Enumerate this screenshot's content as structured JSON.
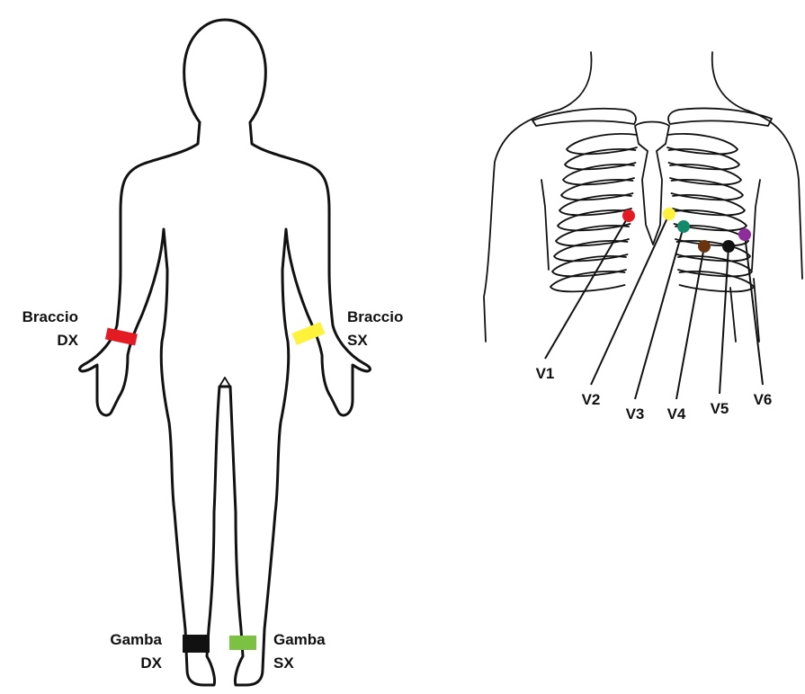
{
  "limb_leads": [
    {
      "id": "braccio-dx",
      "line1": "Braccio",
      "line2": "DX",
      "color": "#e31b23"
    },
    {
      "id": "braccio-sx",
      "line1": "Braccio",
      "line2": "SX",
      "color": "#fff23a"
    },
    {
      "id": "gamba-dx",
      "line1": "Gamba",
      "line2": "DX",
      "color": "#111111"
    },
    {
      "id": "gamba-sx",
      "line1": "Gamba",
      "line2": "SX",
      "color": "#7cc242"
    }
  ],
  "chest_leads": [
    {
      "label": "V1",
      "color": "#e31b23"
    },
    {
      "label": "V2",
      "color": "#fff23a"
    },
    {
      "label": "V3",
      "color": "#138a6a"
    },
    {
      "label": "V4",
      "color": "#6b3410"
    },
    {
      "label": "V5",
      "color": "#111111"
    },
    {
      "label": "V6",
      "color": "#8e2c9c"
    }
  ]
}
